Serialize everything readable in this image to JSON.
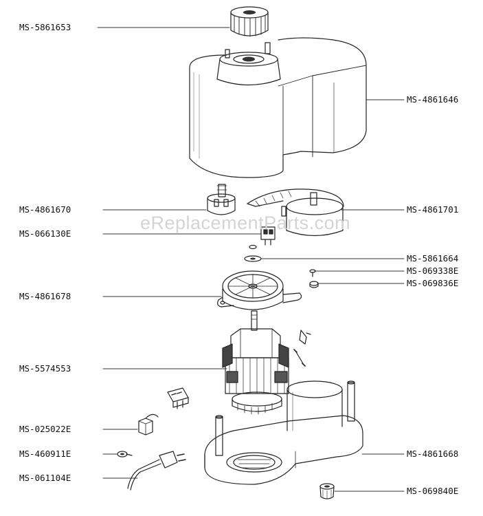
{
  "watermark": "eReplacementParts.com",
  "parts": [
    {
      "id": "knob",
      "label": "MS-5861653"
    },
    {
      "id": "top_cover",
      "label": "MS-4861646"
    },
    {
      "id": "switch_block",
      "label": "MS-4861670"
    },
    {
      "id": "gear_box",
      "label": "MS-4861701"
    },
    {
      "id": "small_switch",
      "label": "MS-066130E"
    },
    {
      "id": "washer",
      "label": "MS-5861664"
    },
    {
      "id": "screw",
      "label": "MS-069338E"
    },
    {
      "id": "nut",
      "label": "MS-069836E"
    },
    {
      "id": "fan_bracket",
      "label": "MS-4861678"
    },
    {
      "id": "motor",
      "label": "MS-5574553"
    },
    {
      "id": "capacitor",
      "label": "MS-025022E"
    },
    {
      "id": "cable_clip",
      "label": "MS-460911E"
    },
    {
      "id": "power_cord",
      "label": "MS-061104E"
    },
    {
      "id": "base",
      "label": "MS-4861668"
    },
    {
      "id": "foot",
      "label": "MS-069840E"
    }
  ]
}
